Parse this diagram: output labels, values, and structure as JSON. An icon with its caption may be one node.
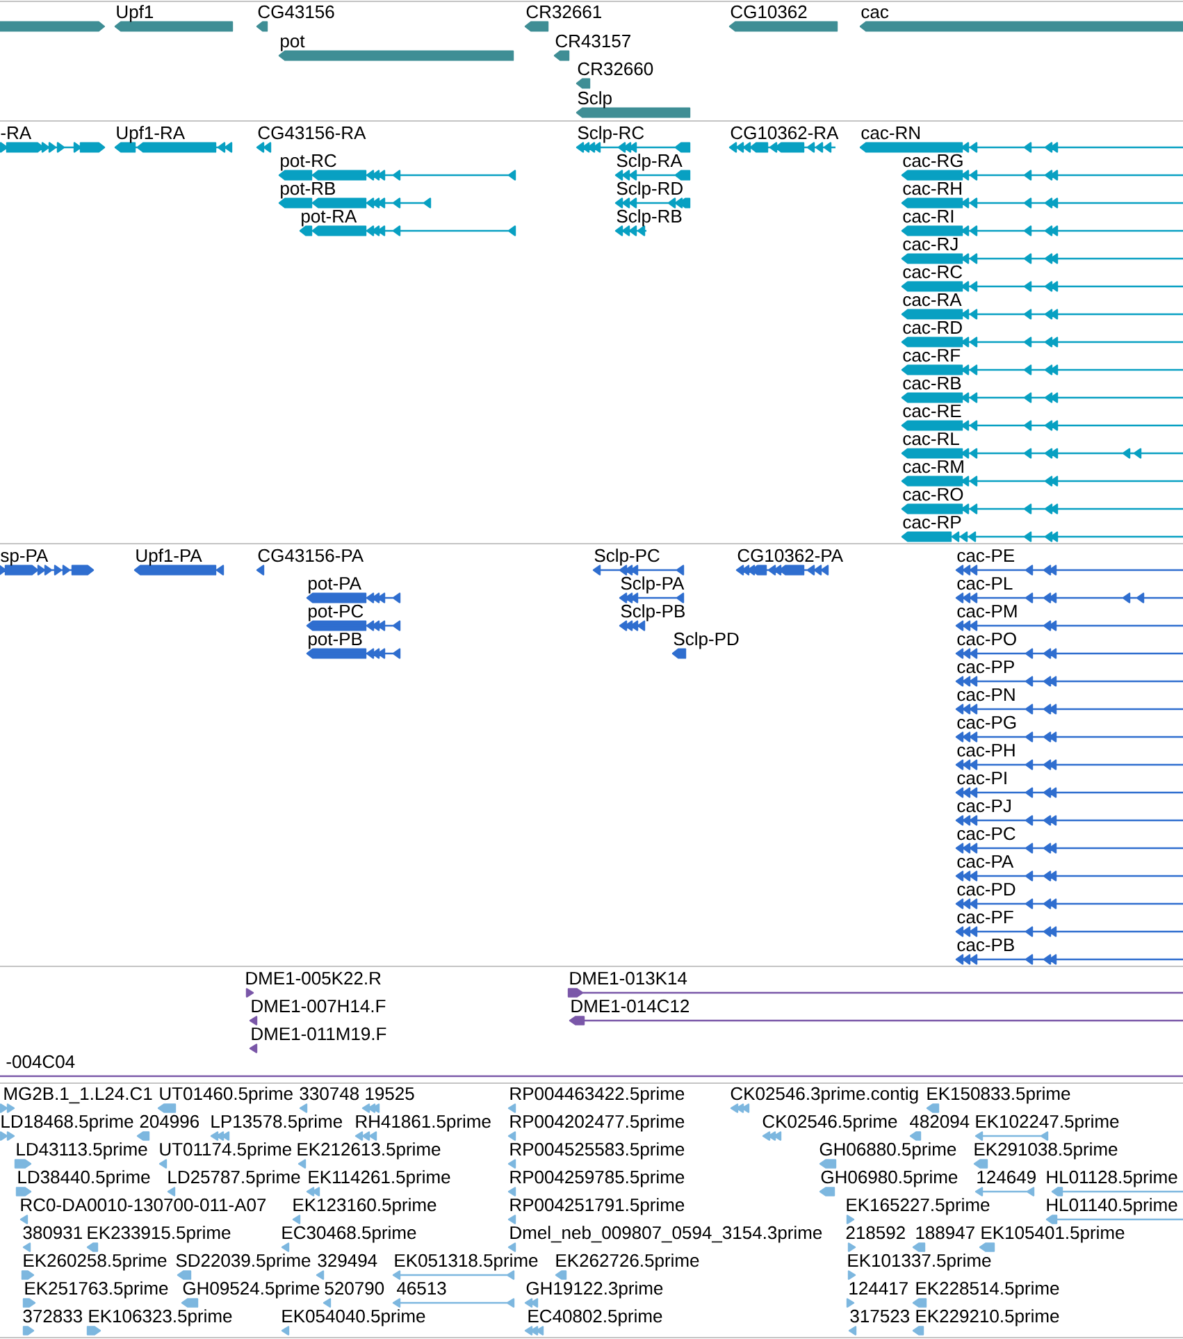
{
  "diagram": {
    "labels": [
      "Upf1",
      "CG43156",
      "CR32661",
      "CG10362",
      "cac",
      "pot",
      "CR43157",
      "CR32660",
      "Sclp",
      "-RA",
      "Upf1-RA",
      "CG43156-RA",
      "Sclp-RC",
      "CG10362-RA",
      "cac-RN",
      "pot-RC",
      "Sclp-RA",
      "cac-RG",
      "pot-RB",
      "Sclp-RD",
      "cac-RH",
      "pot-RA",
      "Sclp-RB",
      "cac-RI",
      "cac-RJ",
      "cac-RC",
      "cac-RA",
      "cac-RD",
      "cac-RF",
      "cac-RB",
      "cac-RE",
      "cac-RL",
      "cac-RM",
      "cac-RO",
      "cac-RP",
      "sp-PA",
      "Upf1-PA",
      "CG43156-PA",
      "Sclp-PC",
      "CG10362-PA",
      "cac-PE",
      "pot-PA",
      "Sclp-PA",
      "cac-PL",
      "pot-PC",
      "Sclp-PB",
      "cac-PM",
      "pot-PB",
      "Sclp-PD",
      "cac-PO",
      "cac-PP",
      "cac-PN",
      "cac-PG",
      "cac-PH",
      "cac-PI",
      "cac-PJ",
      "cac-PC",
      "cac-PA",
      "cac-PD",
      "cac-PF",
      "cac-PB",
      "DME1-005K22.R",
      "DME1-013K14",
      "DME1-007H14.F",
      "DME1-014C12",
      "DME1-011M19.F",
      "-004C04",
      "MG2B.1_1.L24.C1",
      "UT01460.5prime",
      "330748",
      "19525",
      "RP004463422.5prime",
      "CK02546.3prime.contig",
      "EK150833.5prime",
      "LD18468.5prime",
      "204996",
      "LP13578.5prime",
      "RH41861.5prime",
      "RP004202477.5prime",
      "CK02546.5prime",
      "482094",
      "EK102247.5prime",
      "LD43113.5prime",
      "UT01174.5prime",
      "EK212613.5prime",
      "RP004525583.5prime",
      "GH06880.5prime",
      "EK291038.5prime",
      "LD38440.5prime",
      "LD25787.5prime",
      "EK114261.5prime",
      "RP004259785.5prime",
      "GH06980.5prime",
      "124649",
      "HL01128.5prime",
      "RC0-DA0010-130700-011-A07",
      "EK123160.5prime",
      "RP004251791.5prime",
      "EK165227.5prime",
      "HL01140.5prime",
      "380931",
      "EK233915.5prime",
      "EC30468.5prime",
      "Dmel_neb_009807_0594_3154.3prime",
      "218592",
      "188947",
      "EK105401.5prime",
      "EK260258.5prime",
      "SD22039.5prime",
      "329494",
      "EK051318.5prime",
      "EK262726.5prime",
      "EK101337.5prime",
      "EK251763.5prime",
      "GH09524.5prime",
      "520790",
      "46513",
      "GH19122.3prime",
      "124417",
      "EK228514.5prime",
      "372833",
      "EK106323.5prime",
      "EK054040.5prime",
      "EC40802.5prime",
      "317523",
      "EK229210.5prime"
    ]
  }
}
